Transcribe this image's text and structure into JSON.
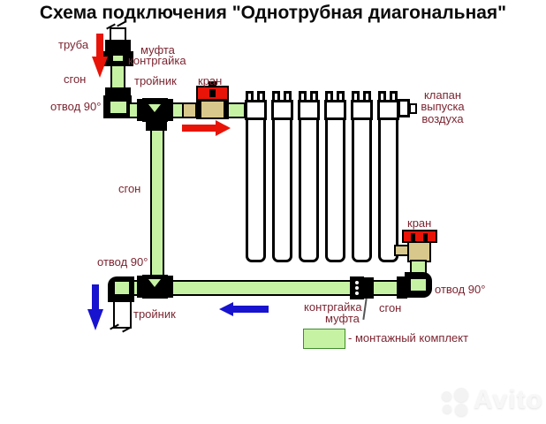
{
  "title": "Схема подключения \"Однотрубная диагональная\"",
  "labels": {
    "truba": "труба",
    "mufta_top": "муфта",
    "kontrgayka_top": "контргайка",
    "sgon_top": "сгон",
    "troynik_top": "тройник",
    "kran_top": "кран",
    "otvod_top_left": "отвод 90°",
    "sgon_mid": "сгон",
    "otvod_bottom_left": "отвод 90°",
    "troynik_bottom": "тройник",
    "kontrgayka_bottom": "контргайка",
    "mufta_bottom": "муфта",
    "sgon_bottom": "сгон",
    "kran_right": "кран",
    "otvod_bottom_right": "отвод 90°",
    "air_valve_line1": "клапан",
    "air_valve_line2": "выпуска",
    "air_valve_line3": "воздуха"
  },
  "legend": {
    "text": "- монтажный комплект"
  },
  "watermark": "Avito",
  "radiator": {
    "sections": 6
  },
  "flow": {
    "inlet": "down-then-right",
    "outlet": "left-then-down"
  },
  "colors": {
    "kit_green": "#c6f3a3",
    "valve_tan": "#d9c88c",
    "handle_red": "#e81408",
    "inlet_arrow_red": "#e81408",
    "outlet_arrow_blue": "#1813cf",
    "label_maroon": "#7c2531",
    "outline_black": "#000000"
  }
}
